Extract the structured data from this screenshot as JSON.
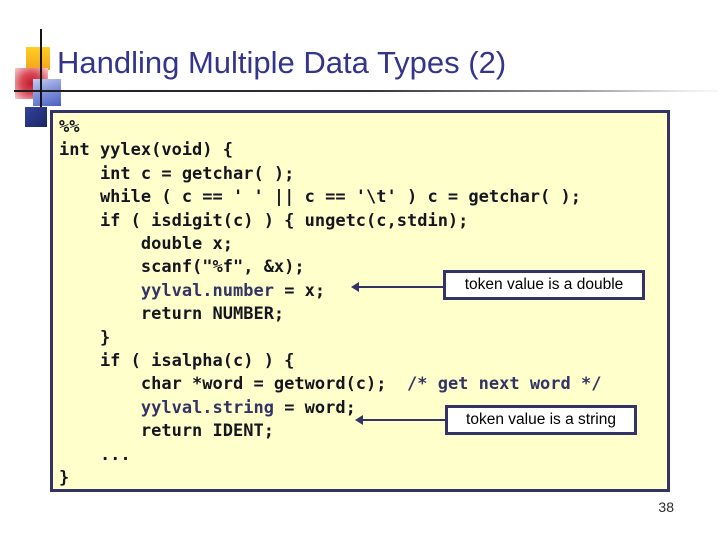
{
  "slide": {
    "title": "Handling Multiple Data Types (2)",
    "page_number": "38"
  },
  "colors": {
    "title_text": "#34348c",
    "code_box_bg": "#ffffcc",
    "code_box_border": "#333366",
    "code_default_text": "#15151f",
    "code_highlight_text": "#333366",
    "callout_border": "#333366",
    "callout_bg": "#ffffff"
  },
  "code": {
    "lines": [
      {
        "segments": [
          {
            "text": "%%",
            "color": "default"
          }
        ]
      },
      {
        "segments": [
          {
            "text": "int yylex(void) {",
            "color": "default"
          }
        ]
      },
      {
        "segments": [
          {
            "text": "    int c = getchar( );",
            "color": "default"
          }
        ]
      },
      {
        "segments": [
          {
            "text": "    while ( c == ' ' || c == '\\t' ) c = getchar( );",
            "color": "default"
          }
        ]
      },
      {
        "segments": [
          {
            "text": "    if ( isdigit(c) ) { ungetc(c,stdin);",
            "color": "default"
          }
        ]
      },
      {
        "segments": [
          {
            "text": "        double x;",
            "color": "default"
          }
        ]
      },
      {
        "segments": [
          {
            "text": "        scanf(\"%f\", &x);",
            "color": "default"
          }
        ]
      },
      {
        "segments": [
          {
            "text": "        ",
            "color": "default"
          },
          {
            "text": "yylval.number",
            "color": "highlight"
          },
          {
            "text": " = x;",
            "color": "default"
          }
        ]
      },
      {
        "segments": [
          {
            "text": "        return NUMBER;",
            "color": "default"
          }
        ]
      },
      {
        "segments": [
          {
            "text": "    }",
            "color": "default"
          }
        ]
      },
      {
        "segments": [
          {
            "text": "    if ( isalpha(c) ) {",
            "color": "default"
          }
        ]
      },
      {
        "segments": [
          {
            "text": "        char *word = getword(c);  ",
            "color": "default"
          },
          {
            "text": "/* get next word */",
            "color": "highlight"
          }
        ]
      },
      {
        "segments": [
          {
            "text": "        ",
            "color": "default"
          },
          {
            "text": "yylval.string",
            "color": "highlight"
          },
          {
            "text": " = word;",
            "color": "default"
          }
        ]
      },
      {
        "segments": [
          {
            "text": "        return IDENT;",
            "color": "default"
          }
        ]
      },
      {
        "segments": [
          {
            "text": "    ...",
            "color": "default"
          }
        ]
      },
      {
        "segments": [
          {
            "text": "}",
            "color": "default"
          }
        ]
      }
    ]
  },
  "callouts": [
    {
      "label": "token value is a double"
    },
    {
      "label": "token value is a string"
    }
  ]
}
